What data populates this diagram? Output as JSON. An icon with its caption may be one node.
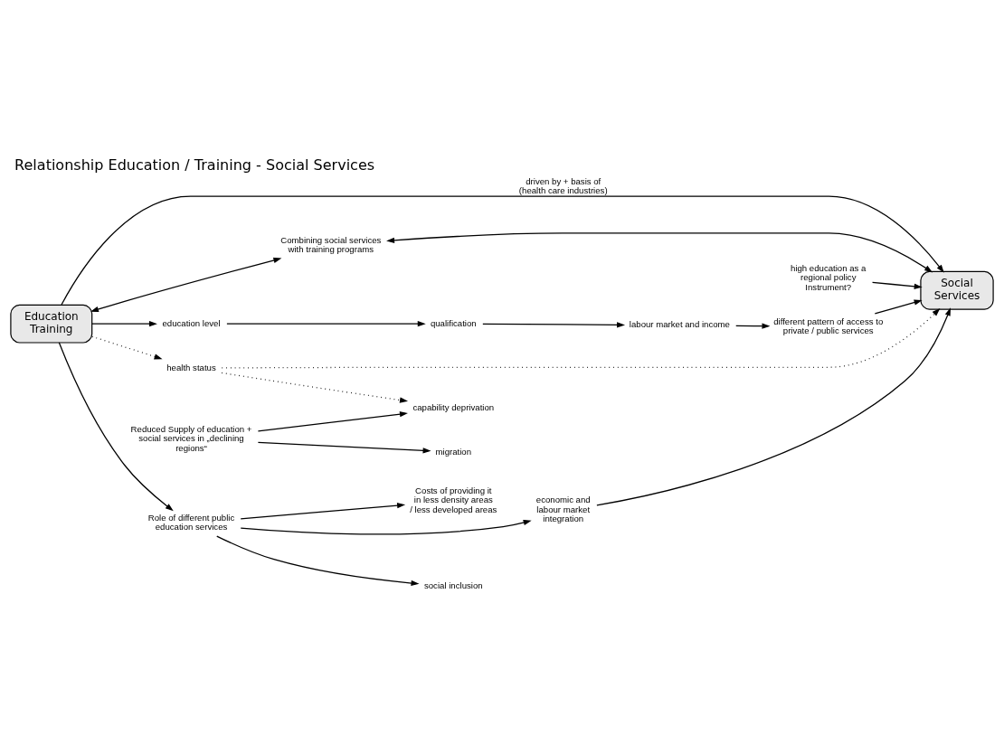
{
  "diagram": {
    "title": "Relationship Education / Training - Social Services",
    "nodes": [
      {
        "text": [
          "Education Training"
        ]
      },
      {
        "text": [
          "health status"
        ]
      },
      {
        "text": [
          "high education as a regional policy Instrument?"
        ]
      },
      {
        "text": [
          "Combining social services with training programs"
        ]
      },
      {
        "text": [
          "Social Services"
        ]
      },
      {
        "text": [
          "education level"
        ]
      },
      {
        "text": [
          "qualification"
        ]
      },
      {
        "text": [
          "labour market and income"
        ]
      },
      {
        "text": [
          "different pattern of access to private / public services"
        ]
      },
      {
        "text": [
          "Role of different public education services"
        ]
      },
      {
        "text": [
          "social inclusion"
        ]
      },
      {
        "text": [
          "economic and labour market integration"
        ]
      },
      {
        "text": [
          "Costs of providing it in less density areas / less developed areas"
        ]
      },
      {
        "text": [
          "Reduced Supply of education + social services in „declining regions“"
        ]
      },
      {
        "text": [
          "capability deprivation"
        ]
      },
      {
        "text": [
          "migration"
        ]
      }
    ],
    "edges": [
      {
        "from": 0,
        "to": 1,
        "arrow": "to",
        "style": "dashed"
      },
      {
        "from": 0,
        "to": 3,
        "arrow": "both"
      },
      {
        "from": 0,
        "to": 4,
        "arrow": "to",
        "label": "driven by + basis of (health care industries)"
      },
      {
        "from": 1,
        "to": 4,
        "arrow": "to",
        "style": "dashed"
      },
      {
        "from": 1,
        "to": 14,
        "arrow": "to",
        "style": "dashed"
      },
      {
        "from": 2,
        "to": 4,
        "arrow": "to"
      },
      {
        "from": 3,
        "to": 4,
        "arrow": "both"
      },
      {
        "from": 0,
        "to": 5,
        "arrow": "to"
      },
      {
        "from": 5,
        "to": 6,
        "arrow": "to"
      },
      {
        "from": 6,
        "to": 7,
        "arrow": "to"
      },
      {
        "from": 7,
        "to": 8,
        "arrow": "to"
      },
      {
        "from": 8,
        "to": 4,
        "arrow": "to"
      },
      {
        "from": 0,
        "to": 9,
        "arrow": "to"
      },
      {
        "from": 9,
        "to": 10,
        "arrow": "to"
      },
      {
        "from": 9,
        "to": 11,
        "arrow": "to"
      },
      {
        "from": 11,
        "to": 4,
        "arrow": "to"
      },
      {
        "from": 9,
        "to": 12,
        "arrow": "to"
      },
      {
        "from": 13,
        "to": 14,
        "arrow": "to"
      },
      {
        "from": 13,
        "to": 15,
        "arrow": "to"
      }
    ]
  }
}
